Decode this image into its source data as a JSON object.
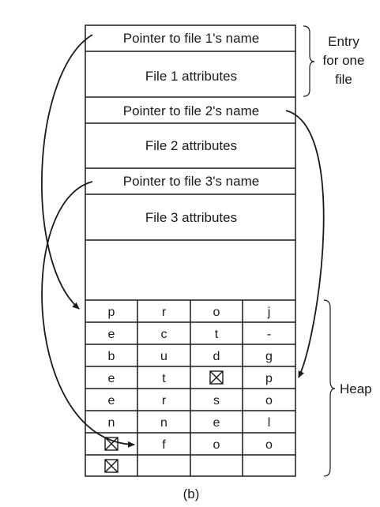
{
  "entries": [
    {
      "pointer": "Pointer to file 1's name",
      "attributes": "File 1 attributes"
    },
    {
      "pointer": "Pointer to file 2's name",
      "attributes": "File 2 attributes"
    },
    {
      "pointer": "Pointer to file 3's name",
      "attributes": "File 3 attributes"
    }
  ],
  "entry_label": [
    "Entry",
    "for one",
    "file"
  ],
  "heap_label": "Heap",
  "heap_rows": [
    [
      "p",
      "r",
      "o",
      "j"
    ],
    [
      "e",
      "c",
      "t",
      "-"
    ],
    [
      "b",
      "u",
      "d",
      "g"
    ],
    [
      "e",
      "t",
      "⊠",
      "p"
    ],
    [
      "e",
      "r",
      "s",
      "o"
    ],
    [
      "n",
      "n",
      "e",
      "l"
    ],
    [
      "⊠",
      "f",
      "o",
      "o"
    ],
    [
      "⊠",
      "",
      "",
      ""
    ]
  ],
  "caption": "(b)"
}
